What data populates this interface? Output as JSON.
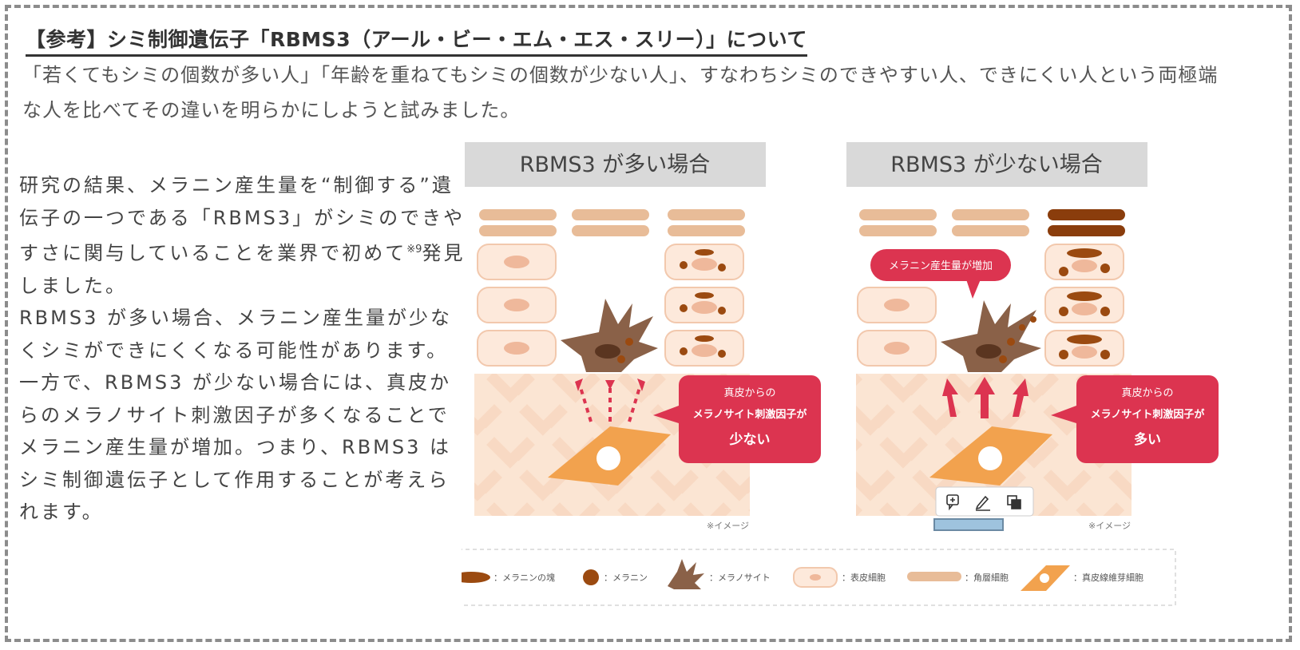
{
  "title": "【参考】シミ制御遺伝子「RBMS3（アール・ビー・エム・エス・スリー）」について",
  "intro": "「若くてもシミの個数が多い人」「年齢を重ねてもシミの個数が少ない人」、すなわちシミのできやすい人、できにくい人という両極端な人を比べてその違いを明らかにしようと試みました。",
  "body": {
    "p1_a": "研究の結果、メラニン産生量を“制御する”遺伝子の一つである「RBMS3」がシミのできやすさに関与していることを業界で初めて",
    "p1_sup": "※9",
    "p1_b": "発見しました。",
    "p2": "RBMS3 が多い場合、メラニン産生量が少なくシミができにくくなる可能性があります。",
    "p3": "一方で、RBMS3 が少ない場合には、真皮からのメラノサイト刺激因子が多くなることでメラニン産生量が増加。つまり、RBMS3 はシミ制御遺伝子として作用することが考えられます。"
  },
  "figure": {
    "left_header": "RBMS3 が多い場合",
    "right_header": "RBMS3 が少ない場合",
    "callout_line1": "真皮からの",
    "callout_line2": "メラノサイト刺激因子が",
    "left_callout_value": "少ない",
    "right_callout_value": "多い",
    "bubble": "メラニン産生量が増加",
    "note": "※イメージ",
    "legend": [
      {
        "icon": "melanin-mass",
        "label": "：メラニンの塊"
      },
      {
        "icon": "melanin",
        "label": "：メラニン"
      },
      {
        "icon": "melanocyte",
        "label": "：メラノサイト"
      },
      {
        "icon": "epidermal-cell",
        "label": "：表皮細胞"
      },
      {
        "icon": "horny-cell",
        "label": "：角層細胞"
      },
      {
        "icon": "fibroblast",
        "label": "：真皮線維芽細胞"
      }
    ]
  },
  "toolbar_icons": [
    "add-comment-icon",
    "pen-icon",
    "copy-icon"
  ],
  "colors": {
    "accent_red": "#dc3450",
    "header_gray": "#d9d9d9",
    "skin": "#fbe5d3",
    "cell_nucleus": "#efb89b",
    "horny": "#e8bc98",
    "melanin": "#9b4a10",
    "melanocyte": "#8a6148",
    "fibroblast": "#f2a24e"
  }
}
